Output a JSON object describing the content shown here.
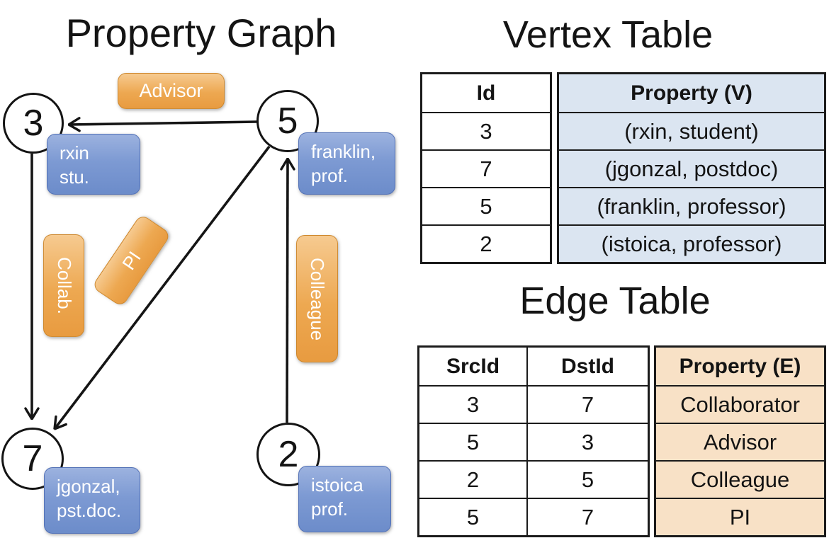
{
  "titles": {
    "graph": "Property Graph",
    "vertex_table": "Vertex Table",
    "edge_table": "Edge Table"
  },
  "graph": {
    "vertices": [
      {
        "id": "3",
        "box": [
          "rxin",
          "stu."
        ]
      },
      {
        "id": "5",
        "box": [
          "franklin,",
          "prof."
        ]
      },
      {
        "id": "7",
        "box": [
          "jgonzal,",
          "pst.doc."
        ]
      },
      {
        "id": "2",
        "box": [
          "istoica",
          "prof."
        ]
      }
    ],
    "edge_labels": {
      "advisor": "Advisor",
      "collab": "Collab.",
      "pi": "PI",
      "colleague": "Colleague"
    }
  },
  "vertex_table": {
    "columns": [
      "Id",
      "Property (V)"
    ],
    "rows": [
      [
        "3",
        "(rxin, student)"
      ],
      [
        "7",
        "(jgonzal, postdoc)"
      ],
      [
        "5",
        "(franklin, professor)"
      ],
      [
        "2",
        "(istoica, professor)"
      ]
    ]
  },
  "edge_table": {
    "columns": [
      "SrcId",
      "DstId",
      "Property (E)"
    ],
    "rows": [
      [
        "3",
        "7",
        "Collaborator"
      ],
      [
        "5",
        "3",
        "Advisor"
      ],
      [
        "2",
        "5",
        "Colleague"
      ],
      [
        "5",
        "7",
        "PI"
      ]
    ]
  },
  "colors": {
    "edge_label_orange": "#ECA24F",
    "vertex_property_blue": "#7D99D2",
    "vertex_table_fill": "#DBE5F1",
    "edge_table_fill": "#F8E1C6"
  }
}
